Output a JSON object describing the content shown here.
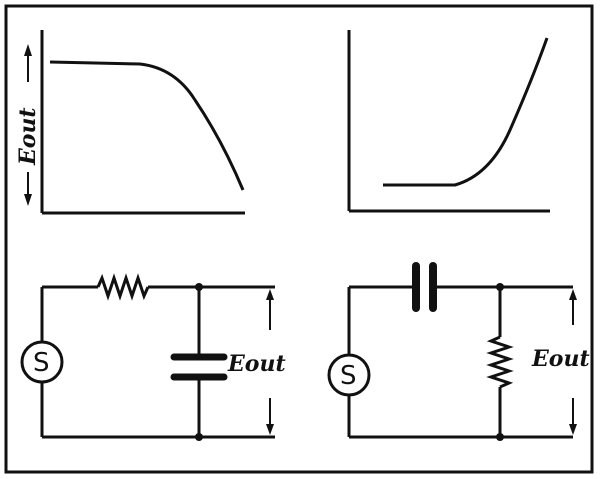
{
  "figure": {
    "top_left_graph": {
      "y_axis_label": "Eout",
      "curve": "flat-then-falling (low-pass response)"
    },
    "top_right_graph": {
      "curve": "flat-then-rising (high-pass response)"
    },
    "left_circuit": {
      "source_label": "S",
      "output_label": "Eout",
      "components": [
        "source",
        "series-resistor",
        "shunt-capacitor"
      ]
    },
    "right_circuit": {
      "source_label": "S",
      "output_label": "Eout",
      "components": [
        "source",
        "series-capacitor",
        "shunt-resistor"
      ]
    },
    "colors": {
      "ink": "#111111",
      "background": "#ffffff",
      "border": "#111111"
    }
  }
}
